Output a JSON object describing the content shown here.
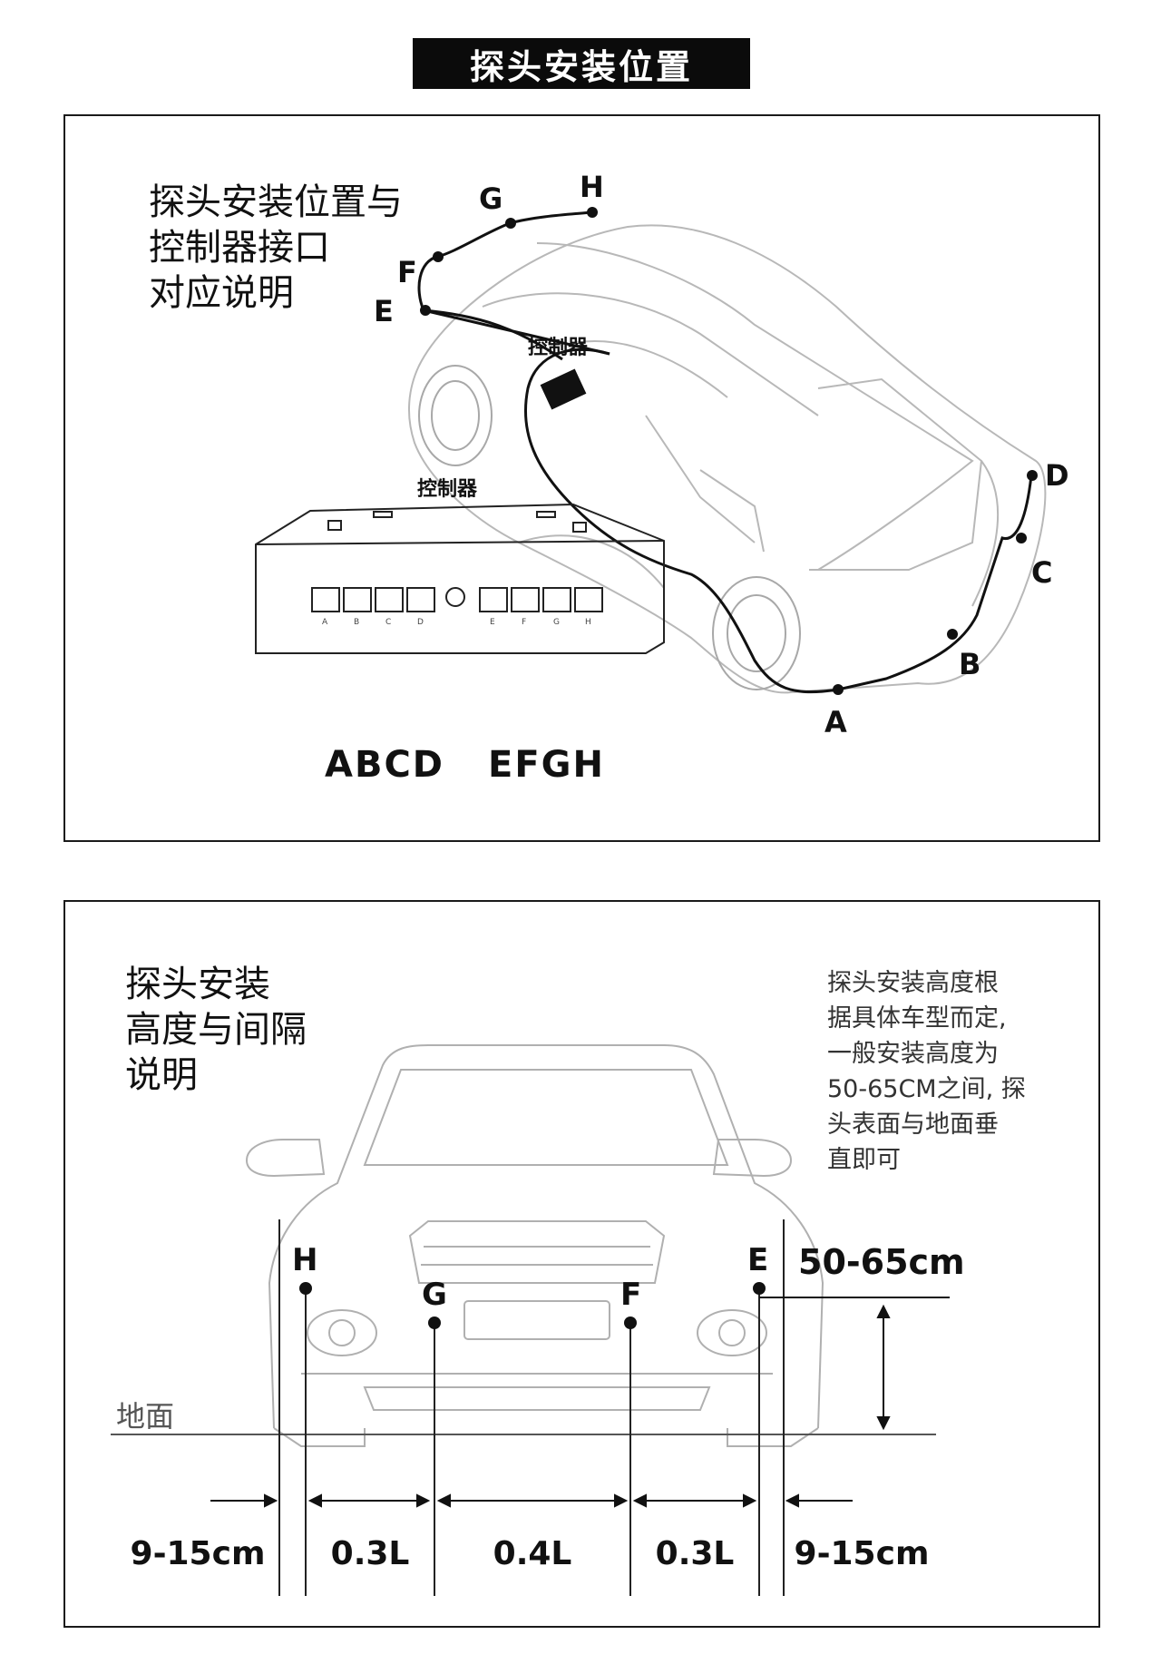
{
  "title": "探头安装位置",
  "panel1": {
    "heading_lines": [
      "探头安装位置与",
      "控制器接口",
      "对应说明"
    ],
    "controller_label_car": "控制器",
    "controller_label_box": "控制器",
    "sensor_points": [
      "A",
      "B",
      "C",
      "D",
      "E",
      "F",
      "G",
      "H"
    ],
    "port_letters_small": [
      "A",
      "B",
      "C",
      "D",
      "E",
      "F",
      "G",
      "H"
    ],
    "port_group_left": "ABCD",
    "port_group_right": "EFGH"
  },
  "panel2": {
    "heading_lines": [
      "探头安装",
      "高度与间隔",
      "说明"
    ],
    "note_lines": [
      "探头安装高度根",
      "据具体车型而定,",
      "一般安装高度为",
      "50-65CM之间, 探",
      "头表面与地面垂",
      "直即可"
    ],
    "ground_label": "地面",
    "height_label": "50-65cm",
    "points": [
      "H",
      "G",
      "F",
      "E"
    ],
    "spacing_labels": [
      "9-15cm",
      "0.3L",
      "0.4L",
      "0.3L",
      "9-15cm"
    ]
  }
}
